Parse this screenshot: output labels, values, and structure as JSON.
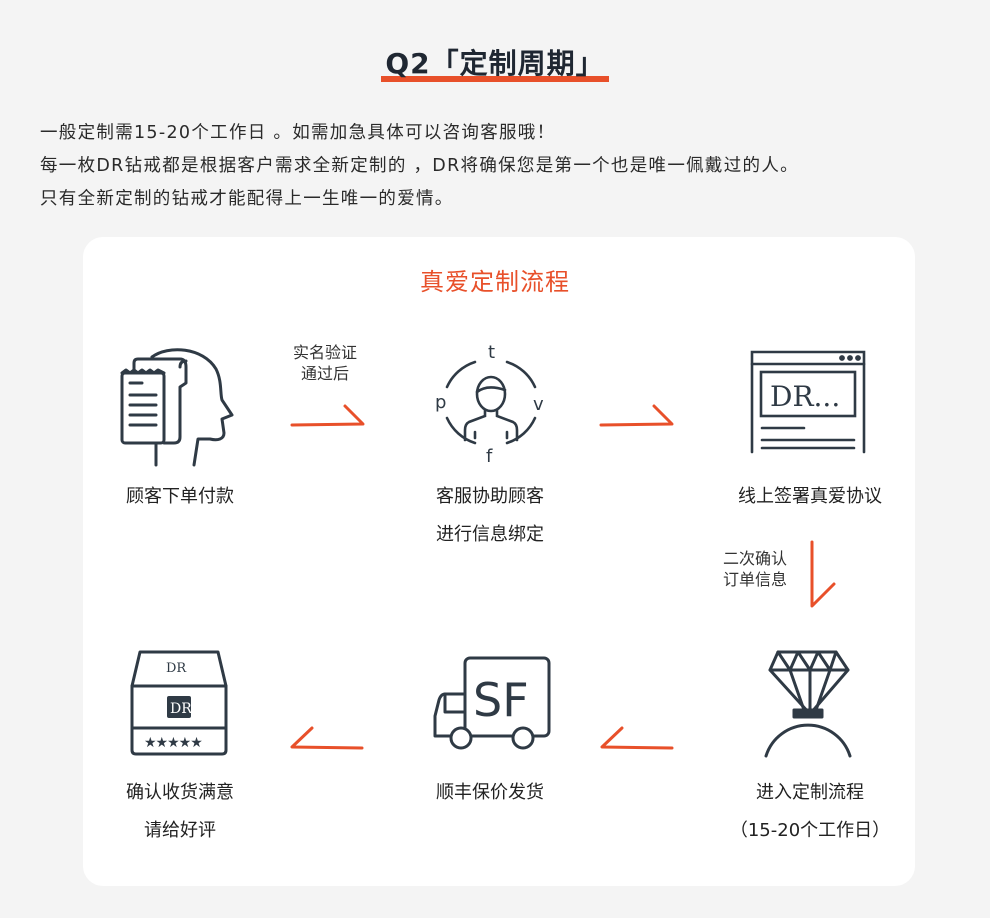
{
  "header": {
    "title": "Q2「定制周期」",
    "accent_color": "#e8502a"
  },
  "intro": {
    "lines": [
      "一般定制需15-20个工作日 。如需加急具体可以咨询客服哦！",
      "每一枚DR钻戒都是根据客户需求全新定制的 ，DR将确保您是第一个也是唯一佩戴过的人。",
      "只有全新定制的钻戒才能配得上一生唯一的爱情。"
    ]
  },
  "process": {
    "title": "真爱定制流程",
    "steps": [
      {
        "icon": "head-receipt-icon",
        "lines": [
          "顾客下单付款"
        ]
      },
      {
        "icon": "customer-service-person-icon",
        "lines": [
          "客服协助顾客",
          "进行信息绑定"
        ],
        "icon_letters": [
          "t",
          "v",
          "f",
          "p"
        ]
      },
      {
        "icon": "browser-contract-icon",
        "lines": [
          "线上签署真爱协议"
        ],
        "icon_text": "DR..."
      },
      {
        "icon": "diamond-ring-icon",
        "lines": [
          "进入定制流程",
          "（15-20个工作日）"
        ]
      },
      {
        "icon": "sf-truck-icon",
        "lines": [
          "顺丰保价发货"
        ],
        "icon_text": "SF"
      },
      {
        "icon": "dr-box-five-star-icon",
        "lines": [
          "确认收货满意",
          "请给好评"
        ],
        "icon_text": "DR"
      }
    ],
    "arrows": [
      {
        "direction": "right",
        "note": [
          "实名验证",
          "通过后"
        ]
      },
      {
        "direction": "right",
        "note": []
      },
      {
        "direction": "down",
        "note": [
          "二次确认",
          "订单信息"
        ]
      },
      {
        "direction": "left",
        "note": []
      },
      {
        "direction": "left",
        "note": []
      }
    ]
  }
}
